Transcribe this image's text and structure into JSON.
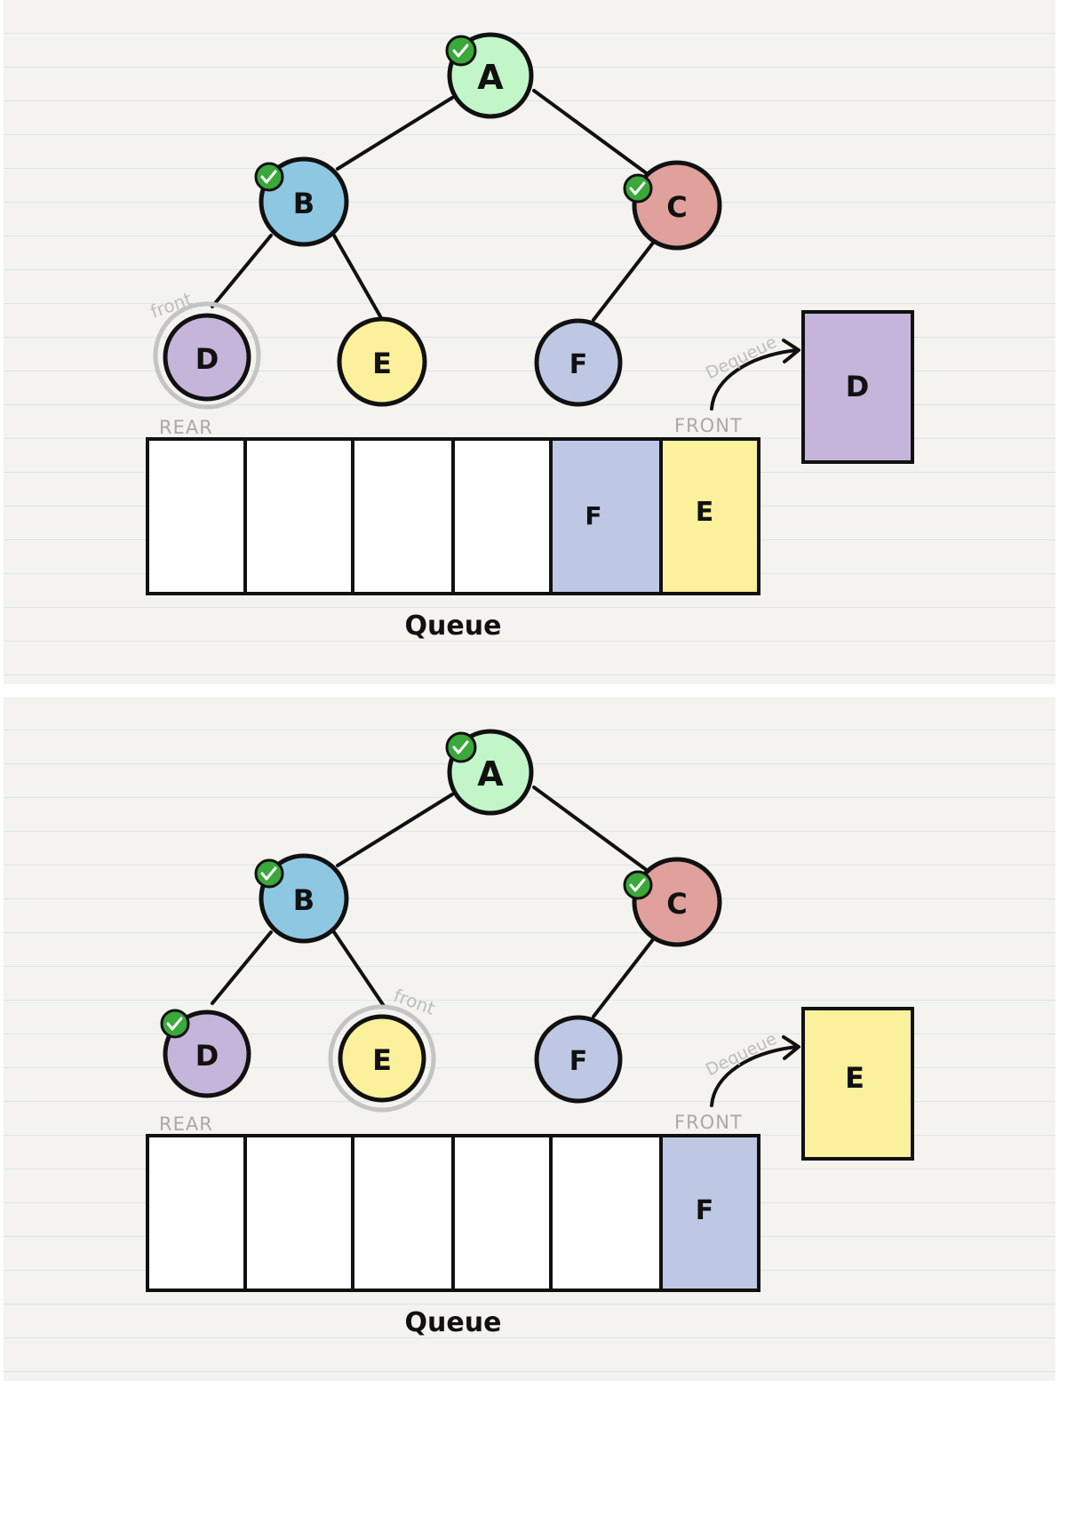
{
  "colors": {
    "node_A": "#c2f5c8",
    "node_B": "#8ec7e2",
    "node_C": "#e0a09c",
    "node_D": "#c6b5da",
    "node_E": "#fbf09b",
    "node_F": "#bec8e5",
    "check": "#3aa83a",
    "front_ring": "#c4c4c4",
    "stroke": "#111111"
  },
  "panels": [
    {
      "nodes": {
        "A": "A",
        "B": "B",
        "C": "C",
        "D": "D",
        "E": "E",
        "F": "F"
      },
      "visited": [
        "A",
        "B",
        "C"
      ],
      "front_node": "D",
      "front_label": "front",
      "rear_label": "REAR",
      "front_queue_label": "FRONT",
      "queue_label": "Queue",
      "queue_cells": [
        "",
        "",
        "",
        "",
        "F",
        "E"
      ],
      "dequeue_label": "Dequeue",
      "dequeued": "D"
    },
    {
      "nodes": {
        "A": "A",
        "B": "B",
        "C": "C",
        "D": "D",
        "E": "E",
        "F": "F"
      },
      "visited": [
        "A",
        "B",
        "C",
        "D"
      ],
      "front_node": "E",
      "front_label": "front",
      "rear_label": "REAR",
      "front_queue_label": "FRONT",
      "queue_label": "Queue",
      "queue_cells": [
        "",
        "",
        "",
        "",
        "",
        "F"
      ],
      "dequeue_label": "Dequeue",
      "dequeued": "E"
    }
  ]
}
